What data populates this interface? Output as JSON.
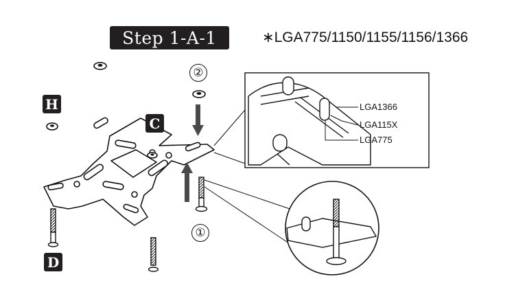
{
  "header": {
    "step_label": "Step 1-A-1",
    "socket_note": "∗LGA775/1150/1155/1156/1366"
  },
  "part_labels": {
    "h": "H",
    "c": "C",
    "d": "D"
  },
  "step_numbers": {
    "one": "①",
    "two": "②"
  },
  "detail_callout": {
    "labels": [
      "LGA1366",
      "LGA115X",
      "LGA775"
    ]
  },
  "icons": [
    "arrow-down-icon",
    "arrow-up-icon",
    "nut-icon",
    "screw-icon",
    "backplate-icon"
  ],
  "colors": {
    "ink": "#231f20",
    "arrow": "#4a4a4a",
    "paper": "#ffffff"
  }
}
